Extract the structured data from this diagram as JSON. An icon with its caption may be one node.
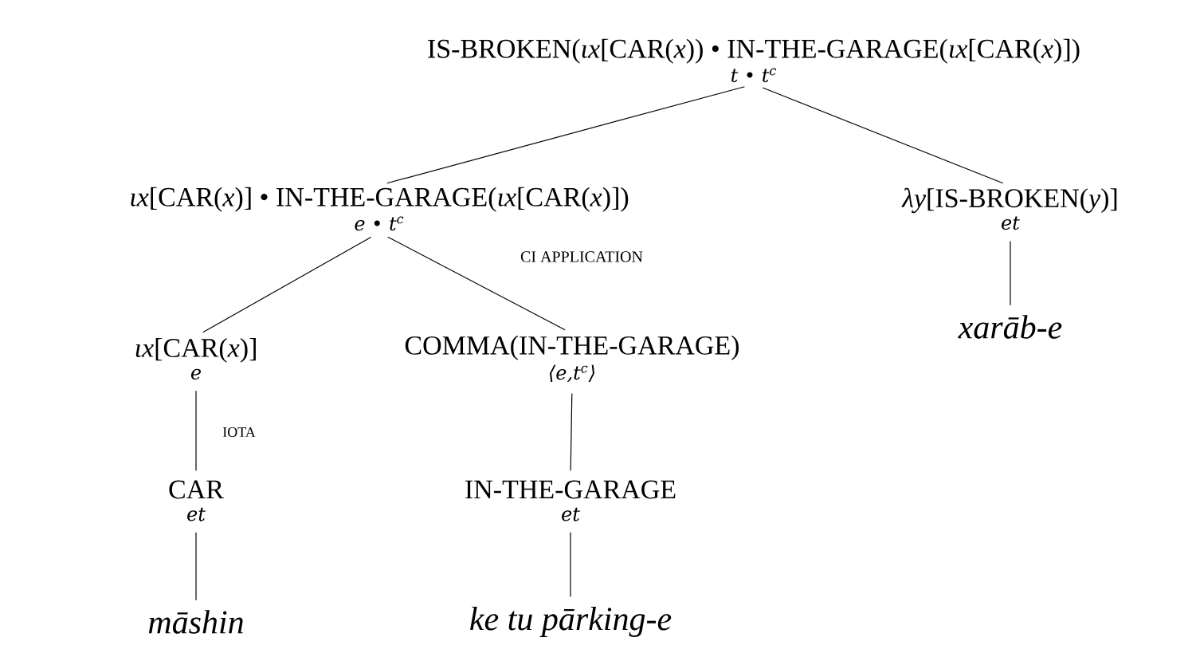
{
  "diagram": {
    "nodes": [
      {
        "text": [
          "IS-BROKEN(*ιx*[CAR(*x*)) • IN-THE-GARAGE(*ιx*[CAR(*x*)])",
          "t • t$^{c}$"
        ]
      },
      {
        "text": [
          "*ιx*[CAR(*x*)] • IN-THE-GARAGE(*ιx*[CAR(*x*)])",
          "e • t$^{c}$"
        ]
      },
      {
        "text": [
          "*λy*[IS-BROKEN(*y*)]",
          "et"
        ]
      },
      {
        "text": [
          "xarāb-e"
        ]
      },
      {
        "text": [
          "*ιx*[CAR(*x*)]",
          "e"
        ]
      },
      {
        "text": [
          "COMMA(IN-THE-GARAGE)",
          "⟨e,t$^{c}$⟩"
        ]
      },
      {
        "text": [
          "CAR",
          "et"
        ]
      },
      {
        "text": [
          "IN-THE-GARAGE",
          "et"
        ]
      },
      {
        "text": [
          "māshin"
        ]
      },
      {
        "text": [
          "ke tu pārking-e"
        ]
      }
    ],
    "edges": [
      {
        "from": 0,
        "to": 1,
        "arrow": "none"
      },
      {
        "from": 0,
        "to": 2,
        "arrow": "none"
      },
      {
        "from": 1,
        "to": 4,
        "arrow": "none"
      },
      {
        "from": 1,
        "to": 5,
        "arrow": "none"
      },
      {
        "from": 2,
        "to": 3,
        "arrow": "none"
      },
      {
        "from": 4,
        "to": 6,
        "arrow": "none",
        "label": "IOTA"
      },
      {
        "from": 5,
        "to": 7,
        "arrow": "none"
      },
      {
        "from": 6,
        "to": 8,
        "arrow": "none"
      },
      {
        "from": 7,
        "to": 9,
        "arrow": "none"
      }
    ],
    "labels": [
      "CI APPLICATION"
    ]
  }
}
